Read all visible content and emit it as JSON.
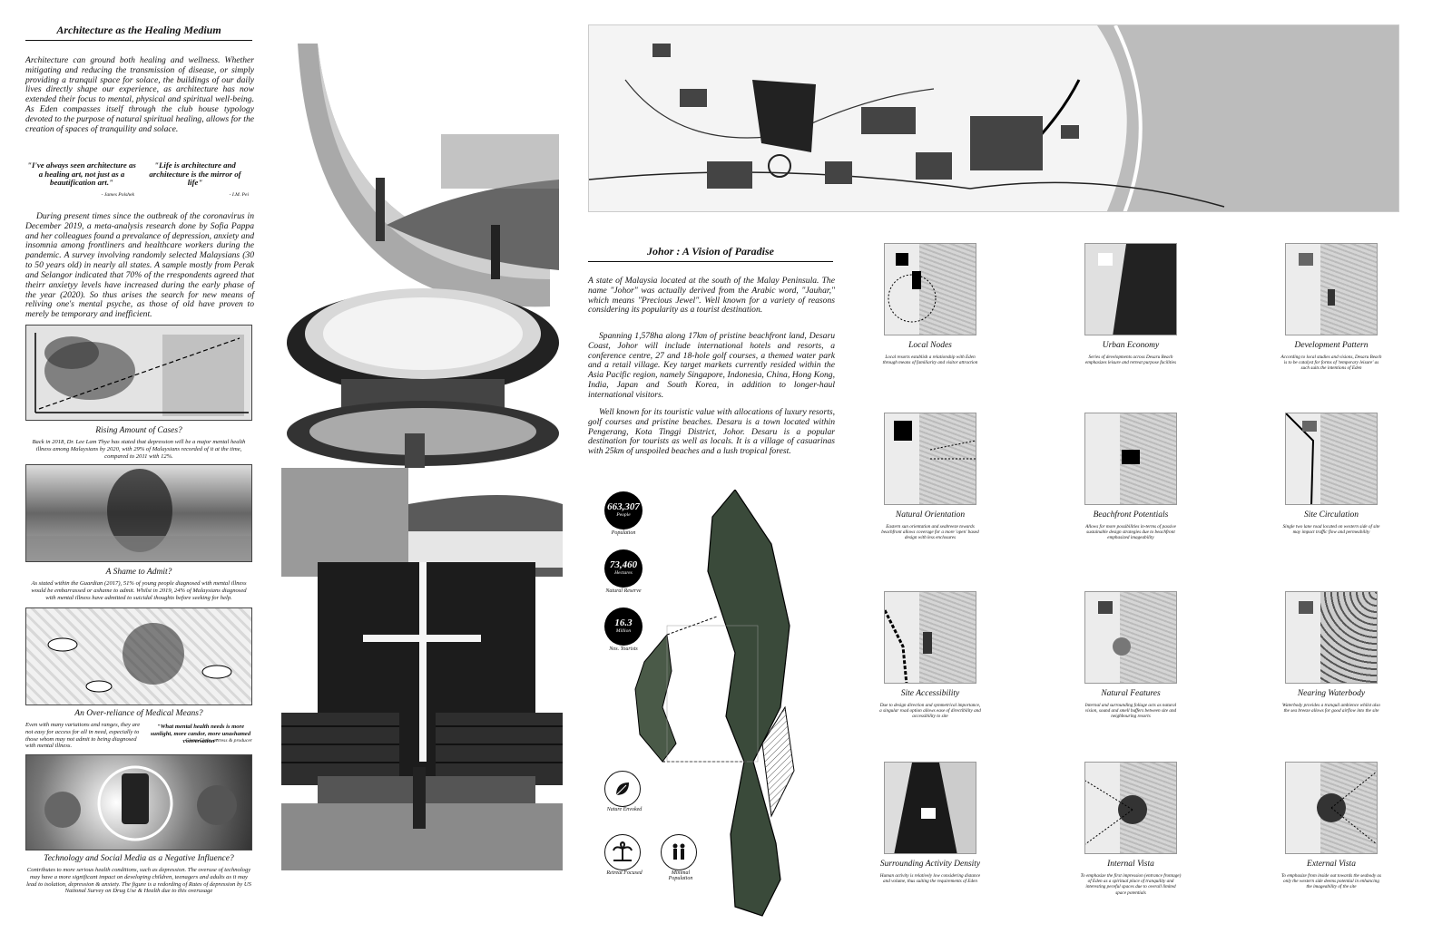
{
  "left": {
    "title": "Architecture as the Healing Medium",
    "intro": "Architecture can ground both healing and wellness. Whether mitigating and reducing the transmission of disease, or simply providing a tranquil space for solace, the buildings of our daily lives directly shape our experience, as architecture has now extended their focus to mental, physical and spiritual well-being. As Eden compasses itself through the club house typology devoted to the purpose of natural spiritual healing, allows for the creation of spaces of tranquility and solace.",
    "quote1": "\"I've always seen architecture as a healing art, not just as a beautification art.\"",
    "quote1_author": "- James Polshek",
    "quote2": "\"Life is architecture and architecture is the mirror of life\"",
    "quote2_author": "- I.M. Pei",
    "covid": "During present times since the outbreak of the coronavirus in December 2019, a meta-analysis research done by Sofia Pappa and her colleagues found a prevalance of depression, anxiety and insomnia among frontliners and healthcare workers during the pandemic. A survey involving randomly selected Malaysians (30 to 50 years old) in nearly all states. A sample mostly from Perak and Selangor indicated that 70% of the rrespondents agreed that theirr anxietyy levels have increased during the early phase of the year (2020). So thus arises the search for new means of reliving one's mental psyche, as those of old have proven to merely be temporary and inefficient.",
    "cap1": "Rising Amount of Cases?",
    "desc1": "Back in 2018, Dr. Lee Lam Thye has stated that depression will be a major mental health illness among Malaysians by 2020, with 29% of Malaysians recorded of it at the time, compared to 2011 with 12%.",
    "cap2": "A Shame to Admit?",
    "desc2": "As stated within the Guardian (2017), 51% of young people diagnosed with mental illness would be embarrassed or ashame to admit. Whilst in 2019, 24% of Malaysians diagnosed with mental illness have admitted to suicidal thoughts before seeking for help.",
    "cap3": "An Over-reliance of Medical Means?",
    "desc3": "Even with many variations and ranges, they are not easy for access for all in need, especially to those whom may not admit to being diagnosed with mental illness.",
    "quote3": "\"What mental health needs is more sunlight, more candor, more unashamed conversation\"",
    "quote3_author": "- Glenn Close, actress & producer",
    "cap4": "Technology and Social Media as a Negative Influence?",
    "desc4": "Contributes to more serious health conditions, such as depression. The overuse of technology may have a more significant impact on developing children, teenagers and adults as it may lead to isolation, depression & anxiety. The figure is a redording of Rates of depression by US National Survey on Drug Use & Health due to this overusage"
  },
  "johor": {
    "title": "Johor : A Vision of Paradise",
    "p1": "A state of Malaysia located at the south of the Malay Peninsula. The name \"Johor\" was actually derived from the Arabic word, \"Jauhar,\" which means \"Precious Jewel\". Well known for a variety of reasons considering its popularity as a tourist destination.",
    "p2": "Spanning 1,578ha along 17km of pristine beachfront land, Desaru Coast, Johor will include international hotels and resorts, a conference centre, 27 and 18-hole golf courses, a themed water park and a retail village. Key target markets currently resided within the Asia Pacific region, namely Singapore, Indonesia, China, Hong Kong, India, Japan and South Korea, in addition to longer-haul international visitors.",
    "p3": "Well known for its touristic value with allocations of luxury resorts, golf courses and pristine beaches. Desaru is a town located within Pengerang, Kota Tinggi District, Johor. Desaru is a popular destination for tourists as well as locals. It is a village of casuarinas with 25km of unspoiled beaches and a lush tropical forest.",
    "stats": [
      {
        "num": "663,307",
        "unit": "People",
        "label": "Population"
      },
      {
        "num": "73,460",
        "unit": "Hectares",
        "label": "Natural Reserve"
      },
      {
        "num": "16.3",
        "unit": "Million",
        "label": "Nos. Tourists"
      }
    ],
    "icons": [
      {
        "label": "Nature Envoked",
        "icon": "leaf-icon"
      },
      {
        "label": "Retreat Focused",
        "icon": "palm-tree-icon"
      },
      {
        "label": "Minimal Population",
        "icon": "people-icon"
      }
    ]
  },
  "diagrams": [
    {
      "title": "Local Nodes",
      "desc": "Local resorts establish a relationship with Eden through means of familiarity and visitor attraction"
    },
    {
      "title": "Urban Economy",
      "desc": "Series of developments across Desaru Beach emphasizes leisure and retreat purpose facilities"
    },
    {
      "title": "Development Pattern",
      "desc": "According to local studies and visions, Desaru Beach is to be catalyst for forms of 'temporary leisure' as such suits the intentions of Eden"
    },
    {
      "title": "Natural Orientation",
      "desc": "Eastern sun orientation and seabreeze towards beachfront allows coverage for a more 'open' based design with less enclosures"
    },
    {
      "title": "Beachfront Potentials",
      "desc": "Allows for more possibilities in-terms of passive sustainable design strategies due to beachfront emphasized imageability"
    },
    {
      "title": "Site Circulation",
      "desc": "Single two lane road located on western side of site may impact traffic flow and permeability"
    },
    {
      "title": "Site Accessibility",
      "desc": "Due to design direction and symmetrical importance, a singular road option allows ease of directibility and accessibility to site"
    },
    {
      "title": "Natural Features",
      "desc": "Internal and surrounding foliage acts as natural vision, sound and smell buffers between site and neighbouring resorts"
    },
    {
      "title": "Nearing Waterbody",
      "desc": "Waterbody provides a tranquil ambience whilst also the sea breeze allows for good airflow into the site"
    },
    {
      "title": "Surrounding Activity Density",
      "desc": "Human activity is relatively low considering distance and volume, thus suiting the requirements of Eden"
    },
    {
      "title": "Internal Vista",
      "desc": "To emphasize the first impression (entrance frontage) of Eden as a spiritual place of tranquility and interesting peceful spaces due to overall limited space potentials"
    },
    {
      "title": "External Vista",
      "desc": "To emphasize from inside out towards the seabody as only the western side deems potential in enhancing the imageability of the site"
    }
  ]
}
